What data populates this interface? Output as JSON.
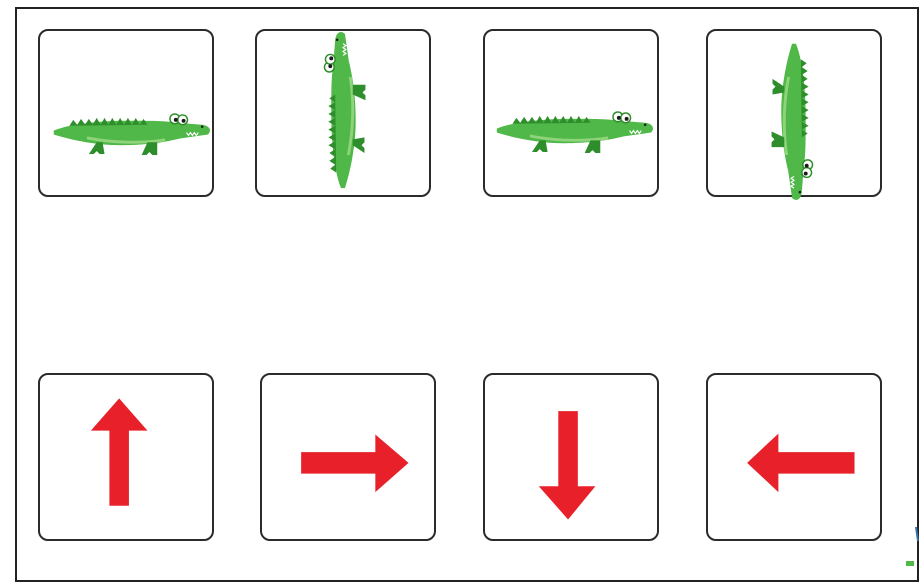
{
  "colors": {
    "croc_body": "#4fb848",
    "croc_dark": "#2f8e2c",
    "croc_belly": "#8fd37a",
    "arrow_red": "#e8202a",
    "card_border": "#2b2b2b"
  },
  "top_row": [
    {
      "id": "croc-1",
      "icon": "crocodile-icon",
      "orientation": "right"
    },
    {
      "id": "croc-2",
      "icon": "crocodile-icon",
      "orientation": "up"
    },
    {
      "id": "croc-3",
      "icon": "crocodile-icon",
      "orientation": "right"
    },
    {
      "id": "croc-4",
      "icon": "crocodile-icon",
      "orientation": "down"
    }
  ],
  "bottom_row": [
    {
      "id": "arrow-1",
      "icon": "arrow-up-icon",
      "direction": "up"
    },
    {
      "id": "arrow-2",
      "icon": "arrow-right-icon",
      "direction": "right"
    },
    {
      "id": "arrow-3",
      "icon": "arrow-down-icon",
      "direction": "down"
    },
    {
      "id": "arrow-4",
      "icon": "arrow-left-icon",
      "direction": "left"
    }
  ]
}
